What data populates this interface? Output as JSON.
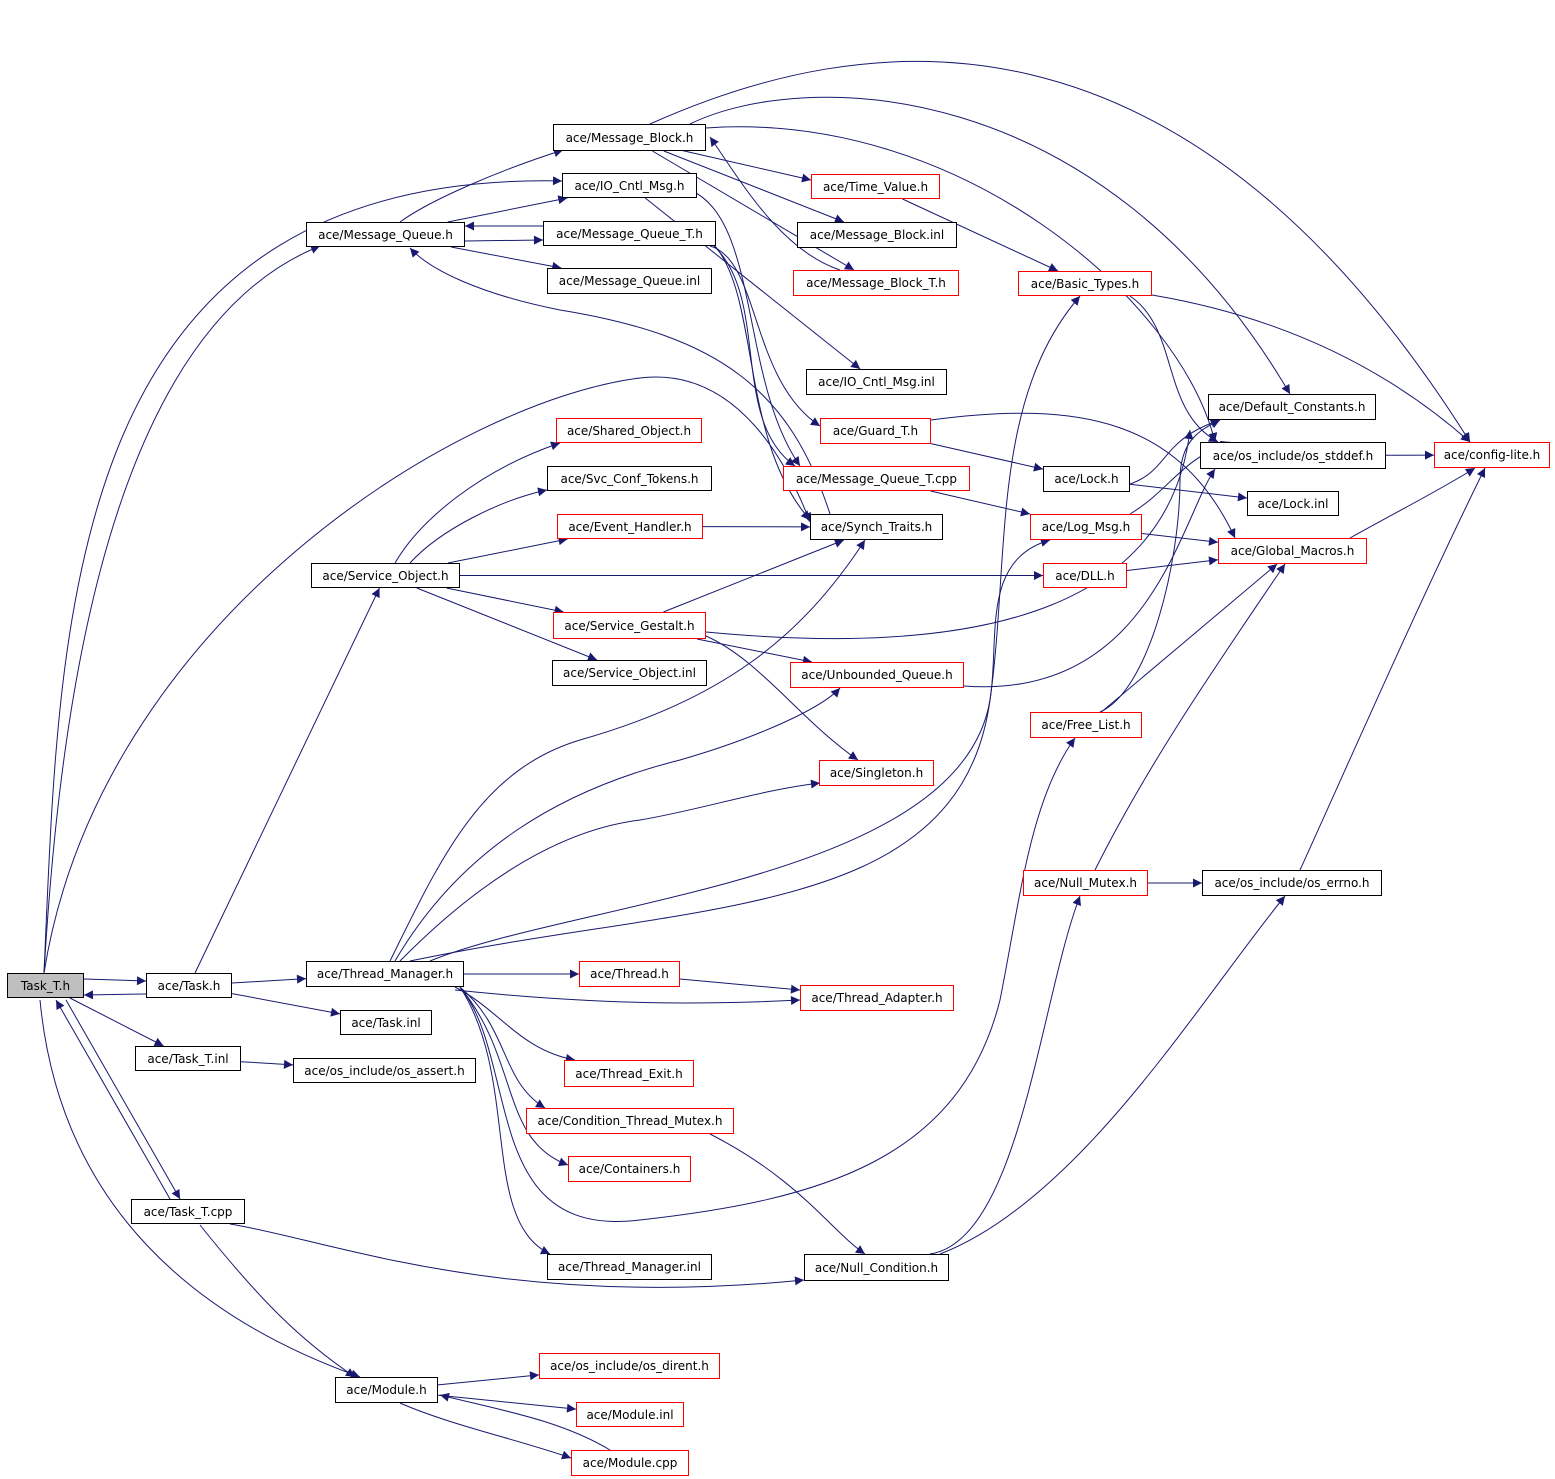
{
  "colors": {
    "edge": "#191970",
    "node_border": "#000000",
    "node_border_undocumented": "#ff0000",
    "root_fill": "#bfbfbf"
  },
  "nodes": [
    {
      "id": "task_t_h",
      "label": "Task_T.h",
      "style": "root"
    },
    {
      "id": "task_h",
      "label": "ace/Task.h",
      "style": "black"
    },
    {
      "id": "task_t_inl",
      "label": "ace/Task_T.inl",
      "style": "black"
    },
    {
      "id": "task_t_cpp",
      "label": "ace/Task_T.cpp",
      "style": "black"
    },
    {
      "id": "message_block_h",
      "label": "ace/Message_Block.h",
      "style": "black"
    },
    {
      "id": "io_cntl_msg_h",
      "label": "ace/IO_Cntl_Msg.h",
      "style": "black"
    },
    {
      "id": "message_queue_h",
      "label": "ace/Message_Queue.h",
      "style": "black"
    },
    {
      "id": "message_queue_t_h",
      "label": "ace/Message_Queue_T.h",
      "style": "black"
    },
    {
      "id": "message_queue_inl",
      "label": "ace/Message_Queue.inl",
      "style": "black"
    },
    {
      "id": "time_value_h",
      "label": "ace/Time_Value.h",
      "style": "red"
    },
    {
      "id": "message_block_inl",
      "label": "ace/Message_Block.inl",
      "style": "black"
    },
    {
      "id": "message_block_t_h",
      "label": "ace/Message_Block_T.h",
      "style": "red"
    },
    {
      "id": "basic_types_h",
      "label": "ace/Basic_Types.h",
      "style": "red"
    },
    {
      "id": "io_cntl_msg_inl",
      "label": "ace/IO_Cntl_Msg.inl",
      "style": "black"
    },
    {
      "id": "default_constants_h",
      "label": "ace/Default_Constants.h",
      "style": "black"
    },
    {
      "id": "shared_object_h",
      "label": "ace/Shared_Object.h",
      "style": "red"
    },
    {
      "id": "guard_t_h",
      "label": "ace/Guard_T.h",
      "style": "red"
    },
    {
      "id": "os_stddef_h",
      "label": "ace/os_include/os_stddef.h",
      "style": "black"
    },
    {
      "id": "config_lite_h",
      "label": "ace/config-lite.h",
      "style": "red"
    },
    {
      "id": "svc_conf_tokens_h",
      "label": "ace/Svc_Conf_Tokens.h",
      "style": "black"
    },
    {
      "id": "message_queue_t_cpp",
      "label": "ace/Message_Queue_T.cpp",
      "style": "red"
    },
    {
      "id": "lock_h",
      "label": "ace/Lock.h",
      "style": "black"
    },
    {
      "id": "lock_inl",
      "label": "ace/Lock.inl",
      "style": "black"
    },
    {
      "id": "event_handler_h",
      "label": "ace/Event_Handler.h",
      "style": "red"
    },
    {
      "id": "synch_traits_h",
      "label": "ace/Synch_Traits.h",
      "style": "black"
    },
    {
      "id": "log_msg_h",
      "label": "ace/Log_Msg.h",
      "style": "red"
    },
    {
      "id": "global_macros_h",
      "label": "ace/Global_Macros.h",
      "style": "red"
    },
    {
      "id": "service_object_h",
      "label": "ace/Service_Object.h",
      "style": "black"
    },
    {
      "id": "dll_h",
      "label": "ace/DLL.h",
      "style": "red"
    },
    {
      "id": "service_gestalt_h",
      "label": "ace/Service_Gestalt.h",
      "style": "red"
    },
    {
      "id": "service_object_inl",
      "label": "ace/Service_Object.inl",
      "style": "black"
    },
    {
      "id": "unbounded_queue_h",
      "label": "ace/Unbounded_Queue.h",
      "style": "red"
    },
    {
      "id": "free_list_h",
      "label": "ace/Free_List.h",
      "style": "red"
    },
    {
      "id": "singleton_h",
      "label": "ace/Singleton.h",
      "style": "red"
    },
    {
      "id": "null_mutex_h",
      "label": "ace/Null_Mutex.h",
      "style": "red"
    },
    {
      "id": "os_errno_h",
      "label": "ace/os_include/os_errno.h",
      "style": "black"
    },
    {
      "id": "thread_manager_h",
      "label": "ace/Thread_Manager.h",
      "style": "black"
    },
    {
      "id": "thread_h",
      "label": "ace/Thread.h",
      "style": "red"
    },
    {
      "id": "thread_adapter_h",
      "label": "ace/Thread_Adapter.h",
      "style": "red"
    },
    {
      "id": "task_inl",
      "label": "ace/Task.inl",
      "style": "black"
    },
    {
      "id": "os_assert_h",
      "label": "ace/os_include/os_assert.h",
      "style": "black"
    },
    {
      "id": "thread_exit_h",
      "label": "ace/Thread_Exit.h",
      "style": "red"
    },
    {
      "id": "condition_thread_mutex_h",
      "label": "ace/Condition_Thread_Mutex.h",
      "style": "red"
    },
    {
      "id": "containers_h",
      "label": "ace/Containers.h",
      "style": "red"
    },
    {
      "id": "thread_manager_inl",
      "label": "ace/Thread_Manager.inl",
      "style": "black"
    },
    {
      "id": "null_condition_h",
      "label": "ace/Null_Condition.h",
      "style": "black"
    },
    {
      "id": "os_dirent_h",
      "label": "ace/os_include/os_dirent.h",
      "style": "red"
    },
    {
      "id": "module_h",
      "label": "ace/Module.h",
      "style": "black"
    },
    {
      "id": "module_inl",
      "label": "ace/Module.inl",
      "style": "red"
    },
    {
      "id": "module_cpp",
      "label": "ace/Module.cpp",
      "style": "red"
    }
  ],
  "edges": [
    [
      "task_t_h",
      "task_h"
    ],
    [
      "task_h",
      "task_t_h"
    ],
    [
      "task_t_h",
      "task_t_inl"
    ],
    [
      "task_t_h",
      "task_t_cpp"
    ],
    [
      "task_t_cpp",
      "task_t_h"
    ],
    [
      "task_t_h",
      "message_queue_h"
    ],
    [
      "task_t_h",
      "io_cntl_msg_h"
    ],
    [
      "task_t_h",
      "synch_traits_h"
    ],
    [
      "task_t_h",
      "module_h"
    ],
    [
      "task_h",
      "service_object_h"
    ],
    [
      "task_h",
      "thread_manager_h"
    ],
    [
      "task_h",
      "task_inl"
    ],
    [
      "task_t_inl",
      "os_assert_h"
    ],
    [
      "task_t_cpp",
      "module_h"
    ],
    [
      "task_t_cpp",
      "null_condition_h"
    ],
    [
      "message_queue_h",
      "message_block_h"
    ],
    [
      "message_queue_h",
      "io_cntl_msg_h"
    ],
    [
      "message_queue_h",
      "message_queue_t_h"
    ],
    [
      "message_queue_t_h",
      "message_queue_h"
    ],
    [
      "message_queue_h",
      "message_queue_inl"
    ],
    [
      "synch_traits_h",
      "message_queue_h"
    ],
    [
      "message_block_h",
      "time_value_h"
    ],
    [
      "message_block_h",
      "message_block_inl"
    ],
    [
      "message_block_h",
      "message_block_t_h"
    ],
    [
      "message_block_t_h",
      "message_block_h"
    ],
    [
      "message_block_h",
      "default_constants_h"
    ],
    [
      "message_block_h",
      "config_lite_h"
    ],
    [
      "message_block_h",
      "os_stddef_h"
    ],
    [
      "io_cntl_msg_h",
      "io_cntl_msg_inl"
    ],
    [
      "io_cntl_msg_h",
      "message_queue_t_cpp"
    ],
    [
      "message_queue_t_h",
      "guard_t_h"
    ],
    [
      "message_queue_t_h",
      "synch_traits_h"
    ],
    [
      "message_queue_t_h",
      "message_queue_t_cpp"
    ],
    [
      "time_value_h",
      "basic_types_h"
    ],
    [
      "basic_types_h",
      "config_lite_h"
    ],
    [
      "basic_types_h",
      "os_stddef_h"
    ],
    [
      "guard_t_h",
      "lock_h"
    ],
    [
      "guard_t_h",
      "global_macros_h"
    ],
    [
      "lock_h",
      "lock_inl"
    ],
    [
      "lock_h",
      "default_constants_h"
    ],
    [
      "message_queue_t_cpp",
      "log_msg_h"
    ],
    [
      "log_msg_h",
      "global_macros_h"
    ],
    [
      "log_msg_h",
      "os_stddef_h"
    ],
    [
      "os_stddef_h",
      "config_lite_h"
    ],
    [
      "global_macros_h",
      "config_lite_h"
    ],
    [
      "service_object_h",
      "shared_object_h"
    ],
    [
      "service_object_h",
      "svc_conf_tokens_h"
    ],
    [
      "service_object_h",
      "event_handler_h"
    ],
    [
      "service_object_h",
      "dll_h"
    ],
    [
      "service_object_h",
      "service_gestalt_h"
    ],
    [
      "service_object_h",
      "service_object_inl"
    ],
    [
      "event_handler_h",
      "synch_traits_h"
    ],
    [
      "dll_h",
      "global_macros_h"
    ],
    [
      "service_gestalt_h",
      "synch_traits_h"
    ],
    [
      "service_gestalt_h",
      "unbounded_queue_h"
    ],
    [
      "service_gestalt_h",
      "singleton_h"
    ],
    [
      "service_gestalt_h",
      "default_constants_h"
    ],
    [
      "unbounded_queue_h",
      "os_stddef_h"
    ],
    [
      "free_list_h",
      "global_macros_h"
    ],
    [
      "free_list_h",
      "default_constants_h"
    ],
    [
      "null_mutex_h",
      "os_errno_h"
    ],
    [
      "null_mutex_h",
      "global_macros_h"
    ],
    [
      "os_errno_h",
      "config_lite_h"
    ],
    [
      "thread_manager_h",
      "thread_h"
    ],
    [
      "thread_manager_h",
      "thread_adapter_h"
    ],
    [
      "thread_manager_h",
      "synch_traits_h"
    ],
    [
      "thread_manager_h",
      "unbounded_queue_h"
    ],
    [
      "thread_manager_h",
      "singleton_h"
    ],
    [
      "thread_manager_h",
      "log_msg_h"
    ],
    [
      "thread_manager_h",
      "basic_types_h"
    ],
    [
      "thread_manager_h",
      "thread_exit_h"
    ],
    [
      "thread_manager_h",
      "condition_thread_mutex_h"
    ],
    [
      "thread_manager_h",
      "containers_h"
    ],
    [
      "thread_manager_h",
      "thread_manager_inl"
    ],
    [
      "thread_manager_h",
      "free_list_h"
    ],
    [
      "thread_h",
      "thread_adapter_h"
    ],
    [
      "condition_thread_mutex_h",
      "null_condition_h"
    ],
    [
      "null_condition_h",
      "null_mutex_h"
    ],
    [
      "null_condition_h",
      "os_errno_h"
    ],
    [
      "module_h",
      "os_dirent_h"
    ],
    [
      "module_h",
      "module_inl"
    ],
    [
      "module_h",
      "module_cpp"
    ],
    [
      "module_cpp",
      "module_h"
    ]
  ]
}
